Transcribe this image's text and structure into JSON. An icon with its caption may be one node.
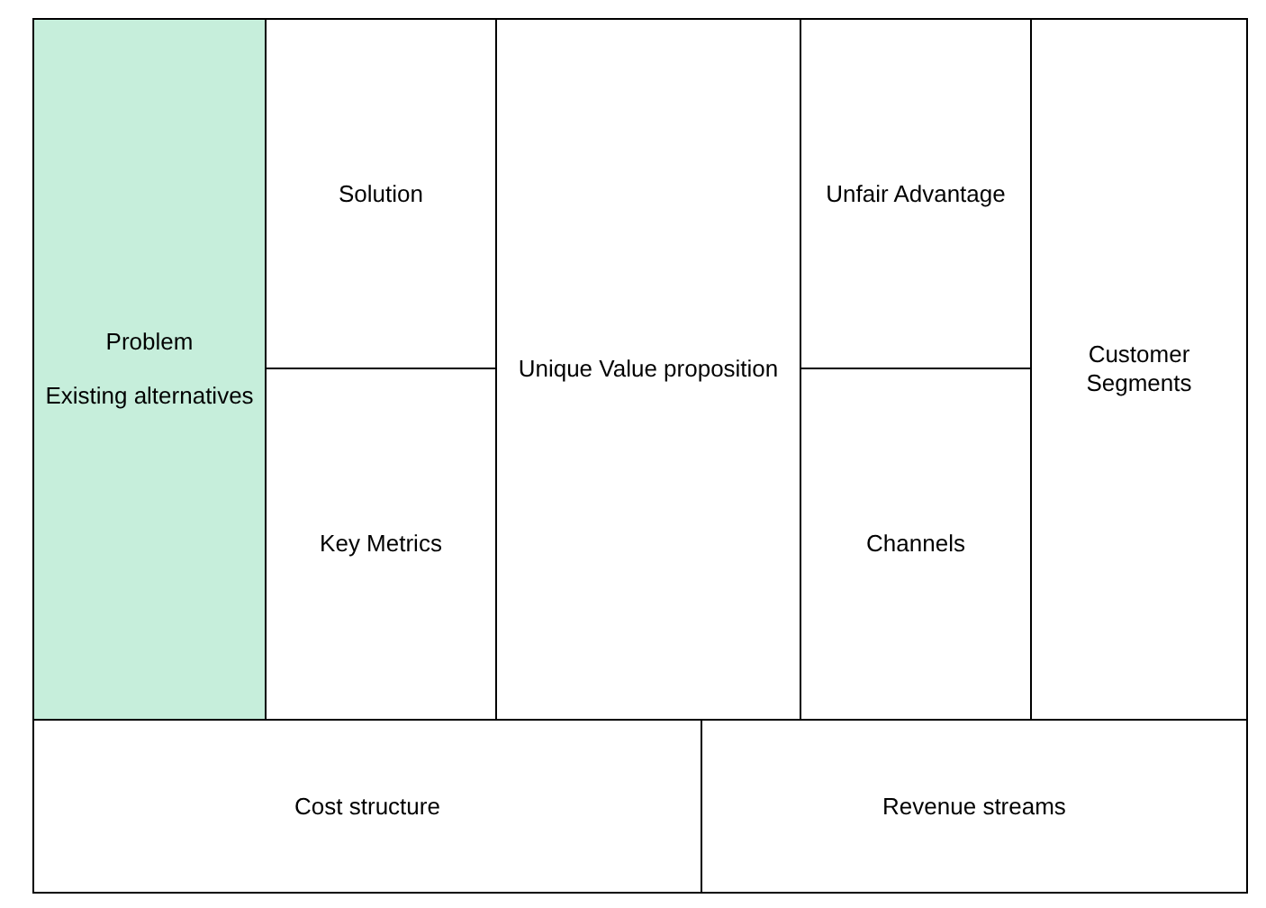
{
  "diagram": {
    "nodes": [
      {
        "text": [
          "Problem",
          "Existing alternatives"
        ]
      },
      {
        "text": [
          "Solution"
        ]
      },
      {
        "text": [
          "Key Metrics"
        ]
      },
      {
        "text": [
          "Unique Value proposition"
        ]
      },
      {
        "text": [
          "Unfair Advantage"
        ]
      },
      {
        "text": [
          "Channels"
        ]
      },
      {
        "text": [
          "Customer Segments"
        ]
      },
      {
        "text": [
          "Cost structure"
        ]
      },
      {
        "text": [
          "Revenue streams"
        ]
      }
    ]
  }
}
